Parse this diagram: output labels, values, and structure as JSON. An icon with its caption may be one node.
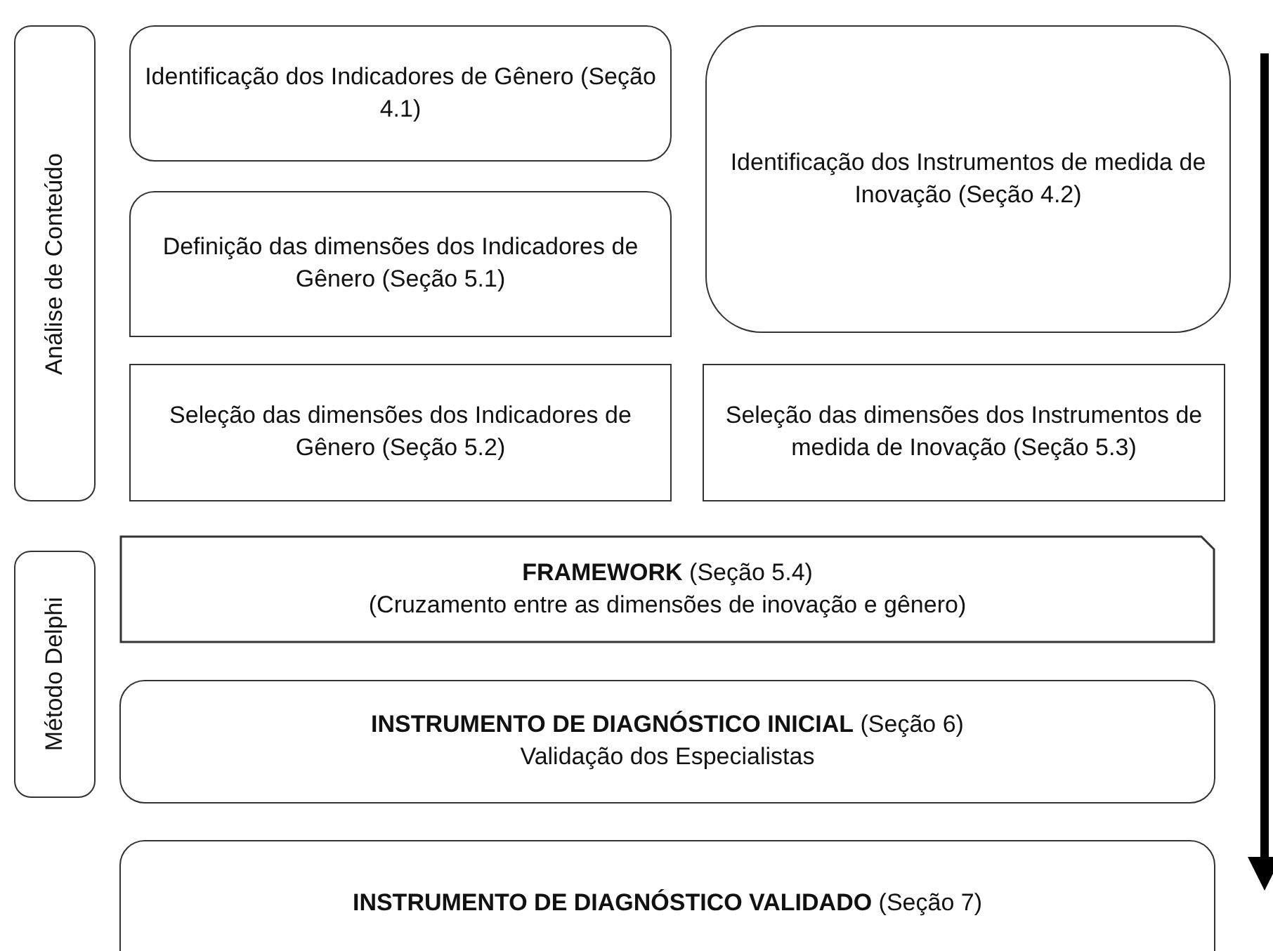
{
  "diagram": {
    "nodes": [
      {
        "text": [
          "Análise de Conteúdo"
        ]
      },
      {
        "text": [
          "Identificação dos Indicadores de Gênero (Seção 4.1)"
        ]
      },
      {
        "text": [
          "Identificação dos Instrumentos de medida de Inovação (Seção 4.2)"
        ]
      },
      {
        "text": [
          "Definição das dimensões dos Indicadores de Gênero (Seção 5.1)"
        ]
      },
      {
        "text": [
          "Seleção das dimensões dos Indicadores de Gênero (Seção 5.2)"
        ]
      },
      {
        "text": [
          "Seleção das dimensões dos Instrumentos de medida de Inovação (Seção 5.3)"
        ]
      },
      {
        "text": [
          "Método Delphi"
        ]
      },
      {
        "text": [
          "**FRAMEWORK** (Seção 5.4)",
          "(Cruzamento entre as dimensões de inovação e gênero)"
        ]
      },
      {
        "text": [
          "**INSTRUMENTO DE DIAGNÓSTICO INICIAL** (Seção 6)",
          "Validação dos Especialistas"
        ]
      },
      {
        "text": [
          "**INSTRUMENTO DE DIAGNÓSTICO VALIDADO** (Seção 7)"
        ]
      }
    ]
  }
}
